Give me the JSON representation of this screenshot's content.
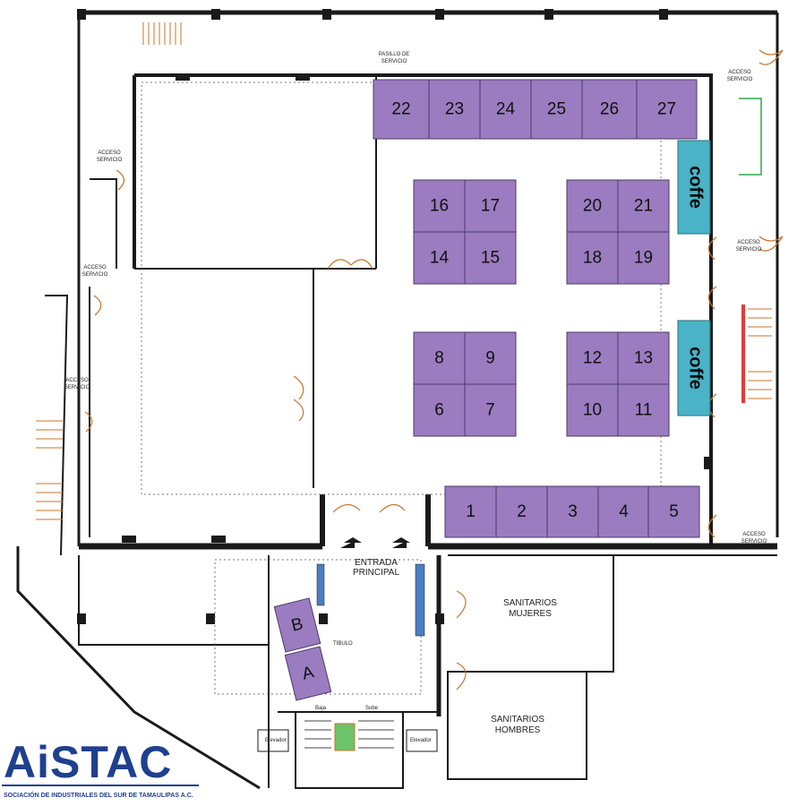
{
  "floorplan": {
    "booths_top_row": [
      "22",
      "23",
      "24",
      "25",
      "26",
      "27"
    ],
    "booths_grid_a": [
      "16",
      "17",
      "14",
      "15"
    ],
    "booths_grid_b": [
      "20",
      "21",
      "18",
      "19"
    ],
    "booths_grid_c": [
      "8",
      "9",
      "6",
      "7"
    ],
    "booths_grid_d": [
      "12",
      "13",
      "10",
      "11"
    ],
    "booths_bottom_row": [
      "1",
      "2",
      "3",
      "4",
      "5"
    ],
    "booths_lobby": [
      "B",
      "A"
    ],
    "coffee_1": "coffe",
    "coffee_2": "coffe",
    "labels": {
      "pasillo_servicio": [
        "PASILLO DE",
        "SERVICIO"
      ],
      "acceso_servicio": [
        "ACCESO",
        "SERVICIO"
      ],
      "entrada_principal": [
        "ENTRADA",
        "PRINCIPAL"
      ],
      "vestibulo": "TIBULO",
      "sanitarios_mujeres": [
        "SANITARIOS",
        "MUJERES"
      ],
      "sanitarios_hombres": [
        "SANITARIOS",
        "HOMBRES"
      ],
      "elevador": "Elevador",
      "baja": "Baja",
      "sube": "Sube"
    }
  },
  "logo": {
    "name": "AiSTAC",
    "subtitle": "SOCIACIÓN DE INDUSTRIALES DEL SUR DE TAMAULIPAS A.C."
  },
  "colors": {
    "booth": "#9b7cc0",
    "coffee": "#4ab3c7",
    "wall": "#1a1a1a",
    "logo": "#1f3f8f"
  }
}
